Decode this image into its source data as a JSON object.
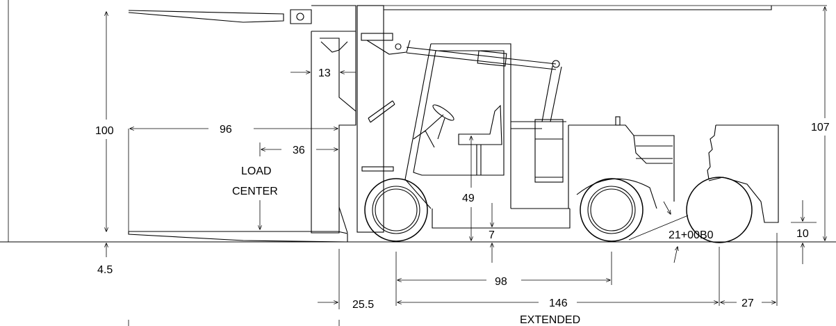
{
  "dimensions": {
    "height_overall": "107",
    "height_forks": "100",
    "load_length": "96",
    "load_center_dist": "36",
    "load_center_line1": "LOAD",
    "load_center_line2": "CENTER",
    "mast_width": "13",
    "seat_height": "49",
    "ground_clearance": "7",
    "fork_thickness": "4.5",
    "front_overhang": "25.5",
    "wheelbase": "98",
    "length_extended": "146",
    "extended_label": "EXTENDED",
    "rear_overhang": "27",
    "rear_clearance": "10",
    "departure_angle": "21+00B0"
  }
}
